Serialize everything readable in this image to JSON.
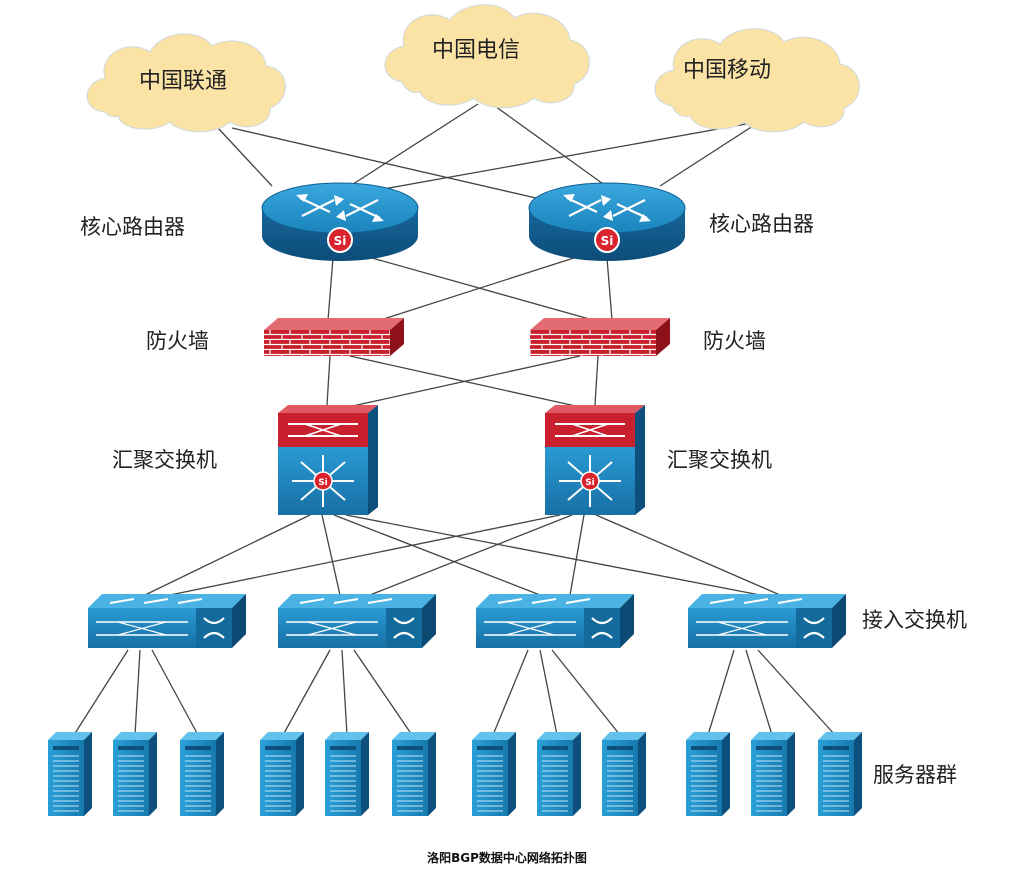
{
  "clouds": [
    {
      "id": "unicom",
      "label": "中国联通"
    },
    {
      "id": "telecom",
      "label": "中国电信"
    },
    {
      "id": "mobile",
      "label": "中国移动"
    }
  ],
  "layers": {
    "core_router": "核心路由器",
    "firewall": "防火墙",
    "aggregation_switch": "汇聚交换机",
    "access_switch": "接入交换机",
    "server_group": "服务器群"
  },
  "router_badge": "Si",
  "caption": "洛阳BGP数据中心网络拓扑图",
  "colors": {
    "cloud_fill": "#fbe3a6",
    "device_blue": "#1b8cc8",
    "device_blue_dark": "#0e5f93",
    "firewall_red": "#c8202c",
    "link": "#444444"
  }
}
